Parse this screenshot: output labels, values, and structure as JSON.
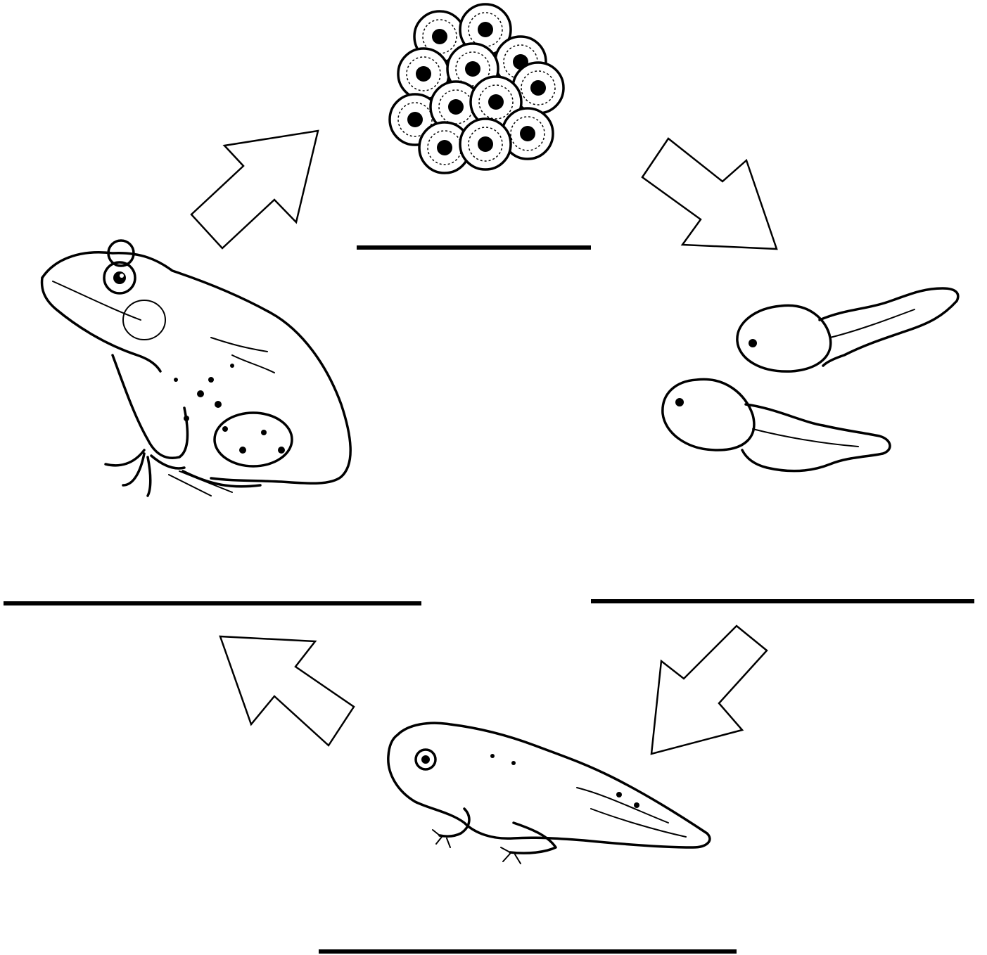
{
  "diagram": {
    "stages": [
      {
        "id": "adult-frog",
        "icon": "frog-icon",
        "label": ""
      },
      {
        "id": "eggs",
        "icon": "frog-eggs-icon",
        "label": ""
      },
      {
        "id": "tadpoles",
        "icon": "tadpole-icon",
        "label": ""
      },
      {
        "id": "froglet",
        "icon": "froglet-icon",
        "label": ""
      }
    ],
    "arrows": [
      "arrow-frog-to-eggs",
      "arrow-eggs-to-tadpoles",
      "arrow-tadpoles-to-froglet",
      "arrow-froglet-to-frog"
    ],
    "colors": {
      "ink": "#000000",
      "background": "#ffffff",
      "arrow_fill": "#ffffff"
    }
  }
}
